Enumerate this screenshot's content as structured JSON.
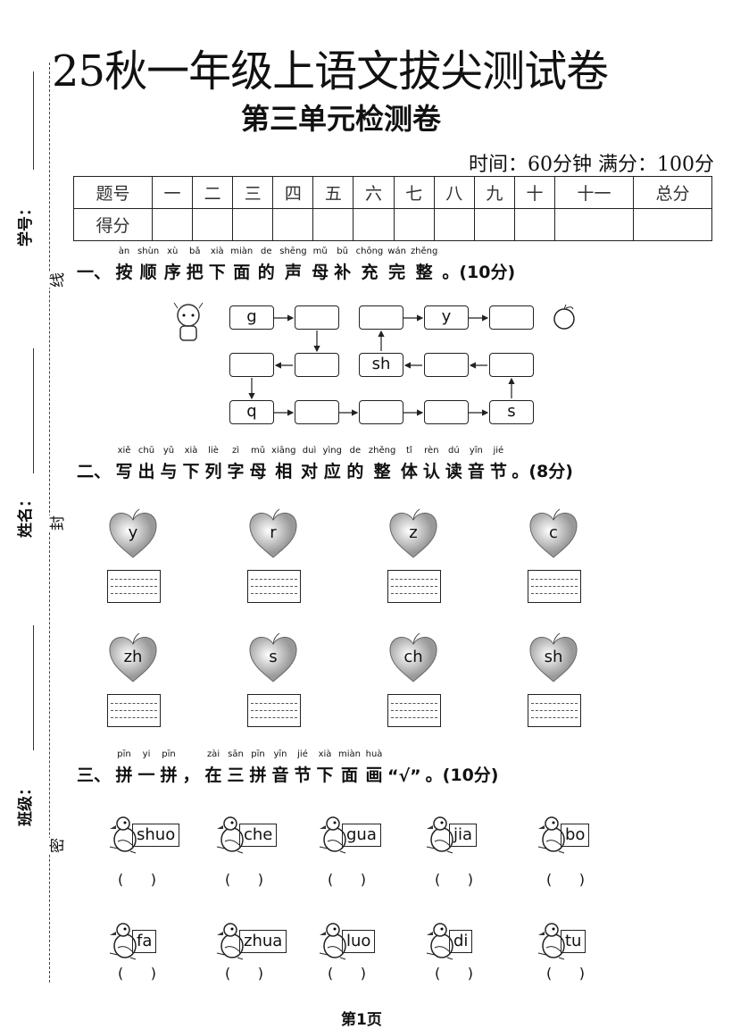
{
  "title": "25秋一年级上语文拔尖测试卷",
  "subtitle": "第三单元检测卷",
  "meta": "时间：60分钟  满分：100分",
  "binding": {
    "student_id": "学号：",
    "name": "姓名：",
    "class": "班级：",
    "line": "线",
    "seal": "封",
    "secret": "密"
  },
  "score_table": {
    "header": [
      "题号",
      "一",
      "二",
      "三",
      "四",
      "五",
      "六",
      "七",
      "八",
      "九",
      "十",
      "十一",
      "总分"
    ],
    "row_label": "得分"
  },
  "section1": {
    "chars": [
      {
        "c": "一、",
        "p": ""
      },
      {
        "c": "按",
        "p": "àn"
      },
      {
        "c": "顺",
        "p": "shùn"
      },
      {
        "c": "序",
        "p": "xù"
      },
      {
        "c": "把",
        "p": "bǎ"
      },
      {
        "c": "下",
        "p": "xià"
      },
      {
        "c": "面",
        "p": "miàn"
      },
      {
        "c": "的",
        "p": "de"
      },
      {
        "c": "声",
        "p": "shēng"
      },
      {
        "c": "母",
        "p": "mǔ"
      },
      {
        "c": "补",
        "p": "bǔ"
      },
      {
        "c": "充",
        "p": "chōng"
      },
      {
        "c": "完",
        "p": "wán"
      },
      {
        "c": "整",
        "p": "zhěng"
      },
      {
        "c": "。(10分)",
        "p": ""
      }
    ],
    "boxes": {
      "g": "g",
      "y": "y",
      "sh": "sh",
      "q": "q",
      "s": "s"
    }
  },
  "section2": {
    "chars": [
      {
        "c": "二、",
        "p": ""
      },
      {
        "c": "写",
        "p": "xiě"
      },
      {
        "c": "出",
        "p": "chū"
      },
      {
        "c": "与",
        "p": "yǔ"
      },
      {
        "c": "下",
        "p": "xià"
      },
      {
        "c": "列",
        "p": "liè"
      },
      {
        "c": "字",
        "p": "zì"
      },
      {
        "c": "母",
        "p": "mǔ"
      },
      {
        "c": "相",
        "p": "xiāng"
      },
      {
        "c": "对",
        "p": "duì"
      },
      {
        "c": "应",
        "p": "yìng"
      },
      {
        "c": "的",
        "p": "de"
      },
      {
        "c": "整",
        "p": "zhěng"
      },
      {
        "c": "体",
        "p": "tǐ"
      },
      {
        "c": "认",
        "p": "rèn"
      },
      {
        "c": "读",
        "p": "dú"
      },
      {
        "c": "音",
        "p": "yīn"
      },
      {
        "c": "节",
        "p": "jié"
      },
      {
        "c": "。(8分)",
        "p": ""
      }
    ],
    "letters": [
      "y",
      "r",
      "z",
      "c",
      "zh",
      "s",
      "ch",
      "sh"
    ]
  },
  "section3": {
    "chars": [
      {
        "c": "三、",
        "p": ""
      },
      {
        "c": "拼",
        "p": "pīn"
      },
      {
        "c": "一",
        "p": "yi"
      },
      {
        "c": "拼",
        "p": "pīn"
      },
      {
        "c": "，",
        "p": ""
      },
      {
        "c": "在",
        "p": "zài"
      },
      {
        "c": "三",
        "p": "sān"
      },
      {
        "c": "拼",
        "p": "pīn"
      },
      {
        "c": "音",
        "p": "yīn"
      },
      {
        "c": "节",
        "p": "jié"
      },
      {
        "c": "下",
        "p": "xià"
      },
      {
        "c": "面",
        "p": "miàn"
      },
      {
        "c": "画",
        "p": "huà"
      },
      {
        "c": "“√”",
        "p": ""
      },
      {
        "c": "。(10分)",
        "p": ""
      }
    ],
    "syllables": [
      "shuo",
      "che",
      "gua",
      "jia",
      "bo",
      "fa",
      "zhua",
      "luo",
      "di",
      "tu"
    ],
    "paren": "(      )"
  },
  "footer": "第1页"
}
